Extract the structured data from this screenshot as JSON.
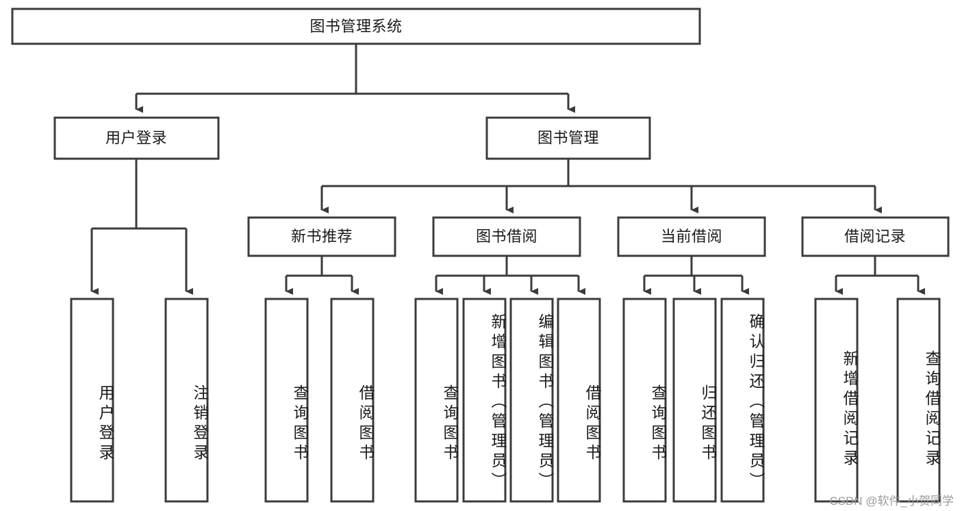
{
  "diagram": {
    "title": "图书管理系统",
    "type": "tree",
    "orientation": "top-down",
    "colors": {
      "box_fill": "#ffffff",
      "box_stroke": "#3b3b3b",
      "text": "#1a1a1a",
      "background": "#ffffff",
      "watermark": "#9a9a9a"
    },
    "root": {
      "label": "图书管理系统"
    },
    "level2": [
      {
        "label": "用户登录"
      },
      {
        "label": "图书管理"
      }
    ],
    "level3": [
      {
        "label": "新书推荐"
      },
      {
        "label": "图书借阅"
      },
      {
        "label": "当前借阅"
      },
      {
        "label": "借阅记录"
      }
    ],
    "leaves": {
      "user_login": [
        {
          "label": "用户登录"
        },
        {
          "label": "注销登录"
        }
      ],
      "new_book": [
        {
          "label": "查询图书"
        },
        {
          "label": "借阅图书"
        }
      ],
      "book_borrow": [
        {
          "label": "查询图书"
        },
        {
          "label": "新增图书（管理员）"
        },
        {
          "label": "编辑图书（管理员）"
        },
        {
          "label": "借阅图书"
        }
      ],
      "current_borrow": [
        {
          "label": "查询图书"
        },
        {
          "label": "归还图书"
        },
        {
          "label": "确认归还（管理员）"
        }
      ],
      "borrow_record": [
        {
          "label": "新增借阅记录"
        },
        {
          "label": "查询借阅记录"
        }
      ]
    }
  },
  "watermark": {
    "text": "CSDN @软件_小贺同学"
  }
}
